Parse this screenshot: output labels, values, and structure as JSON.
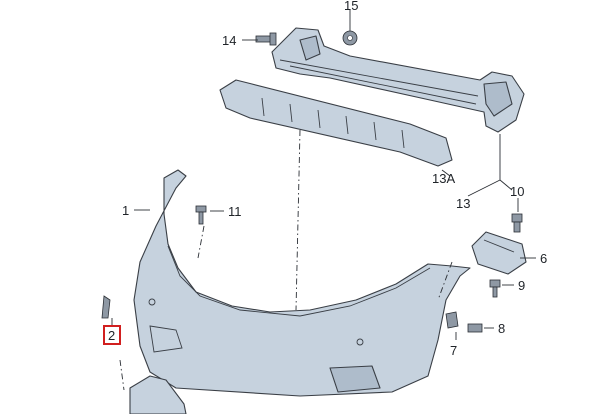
{
  "callouts": {
    "c1": "1",
    "c2": "2",
    "c6": "6",
    "c7": "7",
    "c8": "8",
    "c9": "9",
    "c10": "10",
    "c11": "11",
    "c13": "13",
    "c13a": "13A",
    "c14": "14",
    "c15": "15"
  },
  "highlight": {
    "callout": "2",
    "color": "#d11f1f"
  },
  "colors": {
    "part_fill": "#c6d2de",
    "outline": "#3a3f46"
  }
}
